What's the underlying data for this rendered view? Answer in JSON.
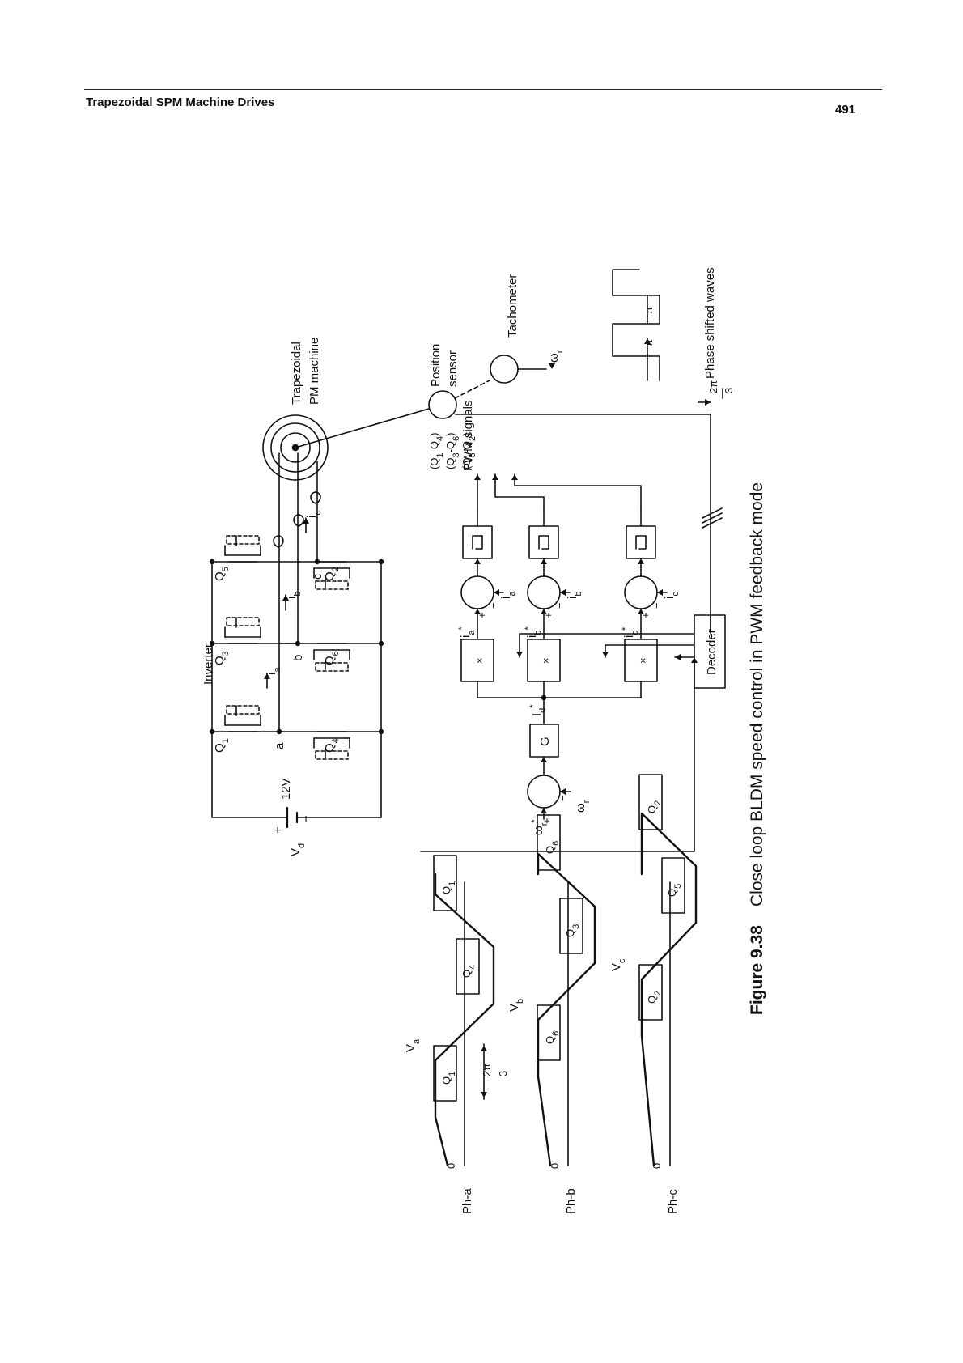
{
  "header": {
    "title": "Trapezoidal SPM Machine Drives",
    "page_number": "491"
  },
  "figure": {
    "caption_number": "Figure 9.38",
    "caption_text": "Close loop BLDM speed control in PWM feedback mode",
    "inverter": {
      "title": "Inverter",
      "supply_label": "V",
      "supply_subscript": "d",
      "supply_voltage": "12V",
      "plus_sign": "+",
      "minus_sign": "−",
      "switches": [
        {
          "name": "Q",
          "sub": "1"
        },
        {
          "name": "Q",
          "sub": "3"
        },
        {
          "name": "Q",
          "sub": "5"
        },
        {
          "name": "Q",
          "sub": "4"
        },
        {
          "name": "Q",
          "sub": "6"
        },
        {
          "name": "Q",
          "sub": "2"
        }
      ],
      "node_labels": [
        "a",
        "b",
        "c"
      ],
      "current_labels": [
        {
          "name": "i",
          "sub": "a"
        },
        {
          "name": "i",
          "sub": "b"
        },
        {
          "name": "i",
          "sub": "c"
        }
      ]
    },
    "machine": {
      "line1": "Trapezoidal",
      "line2": "PM machine"
    },
    "position_sensor": {
      "line1": "Position",
      "line2": "sensor"
    },
    "tachometer": {
      "label": "Tachometer",
      "output_symbol": "ω",
      "output_sub": "r"
    },
    "phase_shift": {
      "fraction_num": "2π",
      "fraction_den": "3",
      "label": "Phase shifted waves",
      "pi": "π"
    },
    "decoder": {
      "label": "Decoder"
    },
    "speed_loop": {
      "ref_symbol": "ω",
      "ref_sub": "r",
      "ref_star": "*",
      "feedback_symbol": "ω",
      "feedback_sub": "r",
      "plus": "+",
      "minus": "−",
      "controller": "G",
      "current_ref_symbol": "I",
      "current_ref_sub": "d",
      "current_ref_star": "*"
    },
    "current_loops": [
      {
        "ref_symbol": "i",
        "ref_sub": "a",
        "star": "*",
        "fb_symbol": "i",
        "fb_sub": "a",
        "mult": "×",
        "plus": "+",
        "minus": "−"
      },
      {
        "ref_symbol": "i",
        "ref_sub": "b",
        "star": "*",
        "fb_symbol": "i",
        "fb_sub": "b",
        "mult": "×",
        "plus": "+",
        "minus": "−"
      },
      {
        "ref_symbol": "i",
        "ref_sub": "c",
        "star": "*",
        "fb_symbol": "i",
        "fb_sub": "c",
        "mult": "×",
        "plus": "+",
        "minus": "−"
      }
    ],
    "pwm": {
      "label": "PWM signals",
      "outputs": [
        [
          {
            "n": "Q",
            "s": "1"
          },
          {
            "n": "-Q",
            "s": "4"
          }
        ],
        [
          {
            "n": "Q",
            "s": "3"
          },
          {
            "n": "-Q",
            "s": "6"
          }
        ],
        [
          {
            "n": "Q",
            "s": "5"
          },
          {
            "n": "-Q",
            "s": "2"
          }
        ]
      ]
    },
    "waveforms": {
      "zero_label": "0",
      "phases": [
        {
          "phase_label": "Ph-a",
          "voltage_symbol": "V",
          "voltage_sub": "a",
          "blocks": [
            {
              "n": "Q",
              "s": "1"
            },
            {
              "n": "Q",
              "s": "4"
            },
            {
              "n": "Q",
              "s": "1"
            }
          ]
        },
        {
          "phase_label": "Ph-b",
          "voltage_symbol": "V",
          "voltage_sub": "b",
          "blocks": [
            {
              "n": "Q",
              "s": "6"
            },
            {
              "n": "Q",
              "s": "3"
            },
            {
              "n": "Q",
              "s": "6"
            }
          ]
        },
        {
          "phase_label": "Ph-c",
          "voltage_symbol": "V",
          "voltage_sub": "c",
          "blocks": [
            {
              "n": "Q",
              "s": "2"
            },
            {
              "n": "Q",
              "s": "5"
            },
            {
              "n": "Q",
              "s": "2"
            }
          ]
        }
      ],
      "interval_num": "2π",
      "interval_den": "3"
    },
    "bus_slashes": "///"
  }
}
